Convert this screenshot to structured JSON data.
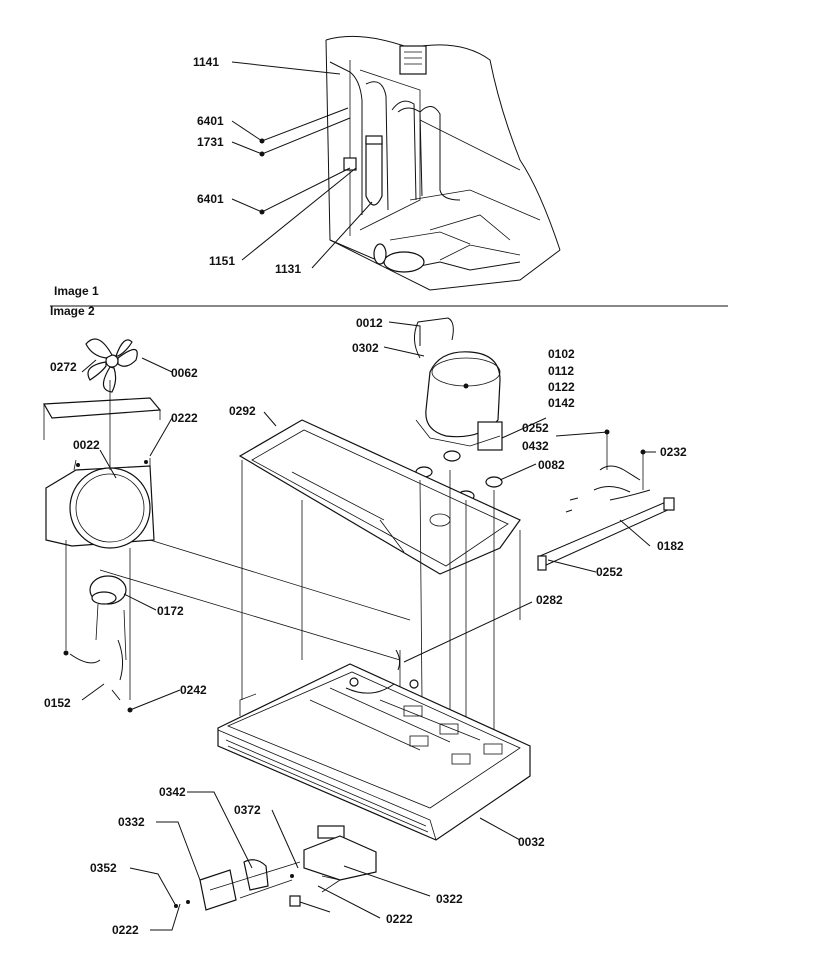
{
  "sections": {
    "image1": "Image 1",
    "image2": "Image 2"
  },
  "callouts": {
    "c1141": "1141",
    "c6401a": "6401",
    "c1731": "1731",
    "c6401b": "6401",
    "c1151": "1151",
    "c1131": "1131",
    "c0012": "0012",
    "c0302": "0302",
    "c0102": "0102",
    "c0112": "0112",
    "c0122": "0122",
    "c0142": "0142",
    "c0252a": "0252",
    "c0432": "0432",
    "c0232": "0232",
    "c0082": "0082",
    "c0182": "0182",
    "c0252b": "0252",
    "c0272": "0272",
    "c0062": "0062",
    "c0292": "0292",
    "c0222a": "0222",
    "c0022": "0022",
    "c0172": "0172",
    "c0282": "0282",
    "c0152": "0152",
    "c0242": "0242",
    "c0032": "0032",
    "c0342": "0342",
    "c0332": "0332",
    "c0372": "0372",
    "c0352": "0352",
    "c0322": "0322",
    "c0222b": "0222",
    "c0222c": "0222"
  }
}
